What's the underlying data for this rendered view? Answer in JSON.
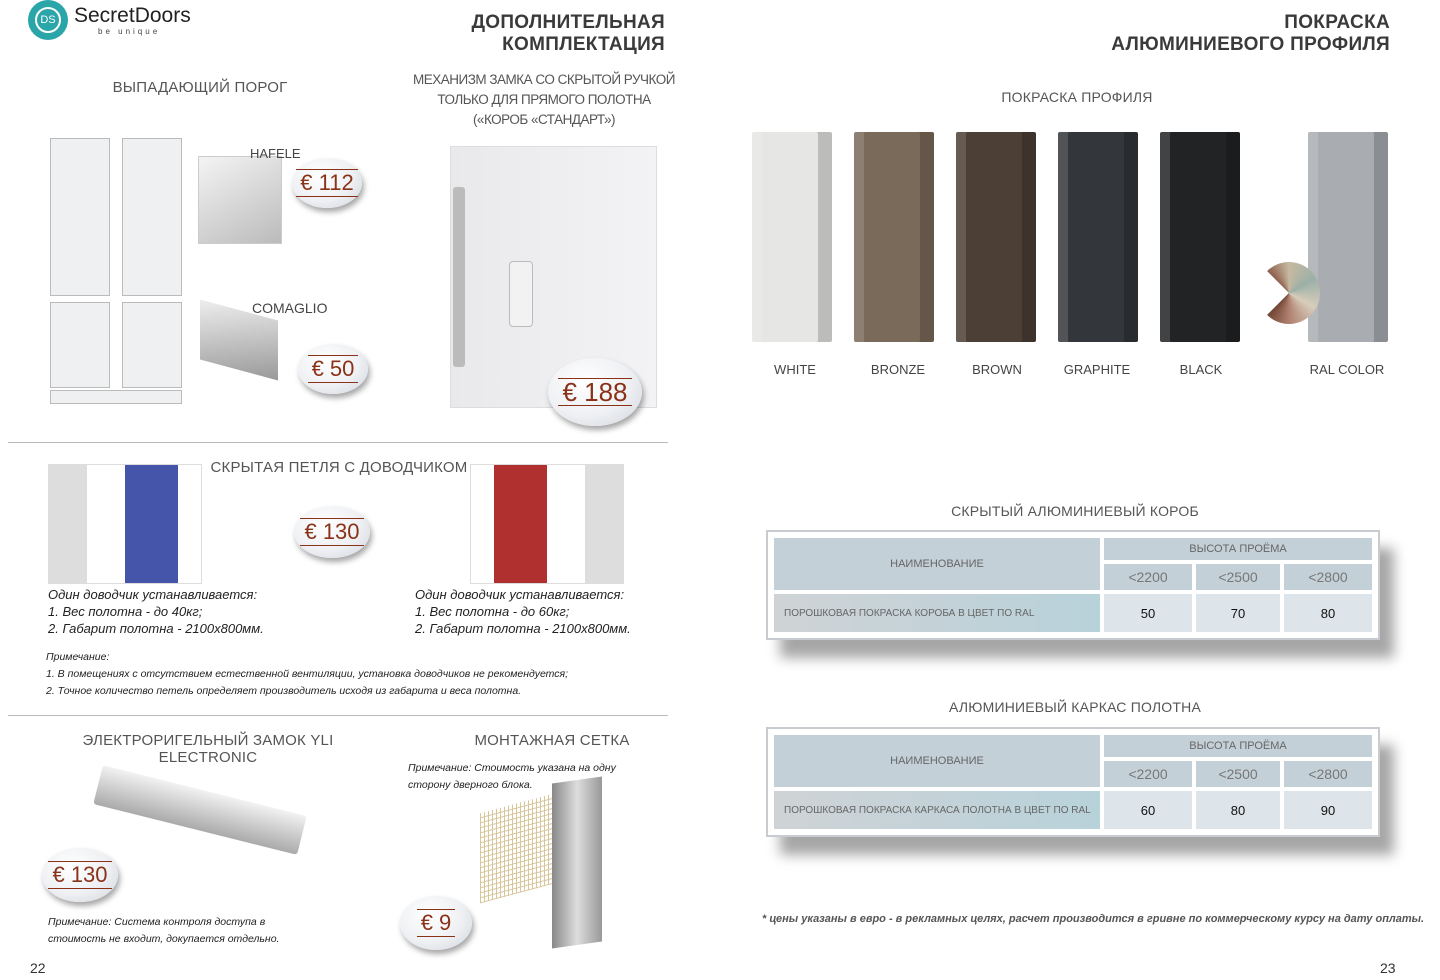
{
  "logo": {
    "brand": "SecretDoors",
    "tagline": "be unique",
    "mark": "DS"
  },
  "left": {
    "title": [
      "ДОПОЛНИТЕЛЬНАЯ",
      "КОМПЛЕКТАЦИЯ"
    ],
    "threshold": {
      "title": "ВЫПАДАЮЩИЙ ПОРОГ",
      "items": [
        {
          "name": "HAFELE",
          "price": "€ 112"
        },
        {
          "name": "COMAGLIO",
          "price": "€ 50"
        }
      ]
    },
    "lock": {
      "title": [
        "МЕХАНИЗМ ЗАМКА СО СКРЫТОЙ РУЧКОЙ",
        "ТОЛЬКО ДЛЯ ПРЯМОГО ПОЛОТНА",
        "(«КОРОБ «СТАНДАРТ»)"
      ],
      "price": "€ 188"
    },
    "hinge": {
      "title": "СКРЫТАЯ ПЕТЛЯ С ДОВОДЧИКОМ",
      "price": "€ 130",
      "left_notes": [
        "Один доводчик устанавливается:",
        "1. Вес полотна - до 40кг;",
        "2. Габарит полотна - 2100x800мм."
      ],
      "right_notes": [
        "Один доводчик устанавливается:",
        "1. Вес полотна - до 60кг;",
        "2. Габарит полотна - 2100x800мм."
      ],
      "remark": [
        "Примечание:",
        "1. В помещениях с отсутствием естественной вентиляции, установка доводчиков не рекомендуется;",
        "2. Точное количество петель определяет производитель исходя из габарита и веса полотна."
      ]
    },
    "electro": {
      "title": "ЭЛЕКТРОРИГЕЛЬНЫЙ ЗАМОК YLI ELECTRONIC",
      "price": "€ 130",
      "note": [
        "Примечание:  Система контроля доступа в",
        "стоимость не входит, докупается отдельно."
      ]
    },
    "mesh": {
      "title": "МОНТАЖНАЯ СЕТКА",
      "price": "€ 9",
      "note": [
        "Примечание:  Стоимость указана на одну",
        "сторону дверного блока."
      ]
    },
    "page": "22"
  },
  "right": {
    "title": [
      "ПОКРАСКА",
      "АЛЮМИНИЕВОГО ПРОФИЛЯ"
    ],
    "paint_title": "ПОКРАСКА ПРОФИЛЯ",
    "colors": [
      {
        "name": "WHITE",
        "hex": "#e6e6e4"
      },
      {
        "name": "BRONZE",
        "hex": "#7a6a5a"
      },
      {
        "name": "BROWN",
        "hex": "#4b3f36"
      },
      {
        "name": "GRAPHITE",
        "hex": "#33363a"
      },
      {
        "name": "BLACK",
        "hex": "#222325"
      },
      {
        "name": "RAL COLOR",
        "hex": "#a9adb1"
      }
    ],
    "tables": [
      {
        "title": "СКРЫТЫЙ АЛЮМИНИЕВЫЙ КОРОБ",
        "col_name": "НАИМЕНОВАНИЕ",
        "group": "ВЫСОТА ПРОЁМА",
        "heights": [
          "<2200",
          "<2500",
          "<2800"
        ],
        "row": "ПОРОШКОВАЯ ПОКРАСКА КОРОБА В ЦВЕТ ПО RAL",
        "values": [
          "50",
          "70",
          "80"
        ]
      },
      {
        "title": "АЛЮМИНИЕВЫЙ КАРКАС ПОЛОТНА",
        "col_name": "НАИМЕНОВАНИЕ",
        "group": "ВЫСОТА ПРОЁМА",
        "heights": [
          "<2200",
          "<2500",
          "<2800"
        ],
        "row": "ПОРОШКОВАЯ ПОКРАСКА КАРКАСА ПОЛОТНА В ЦВЕТ ПО RAL",
        "values": [
          "60",
          "80",
          "90"
        ]
      }
    ],
    "footnote": "*  цены указаны в евро - в рекламных целях, расчет производится в гривне по коммерческому курсу на дату оплаты.",
    "page": "23"
  }
}
